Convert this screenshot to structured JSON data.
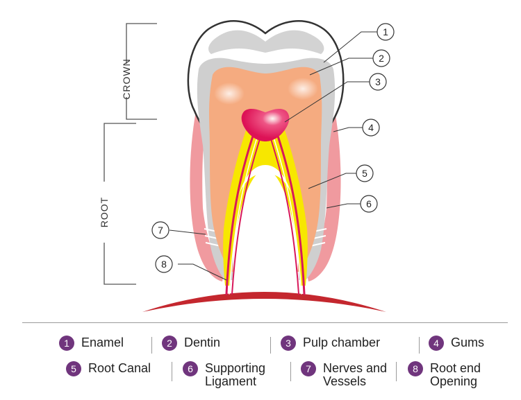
{
  "side_labels": {
    "crown": "CROWN",
    "root": "ROOT"
  },
  "callouts": [
    "1",
    "2",
    "3",
    "4",
    "5",
    "6",
    "7",
    "8"
  ],
  "legend": [
    {
      "number": "1",
      "label_lines": [
        "Enamel"
      ]
    },
    {
      "number": "2",
      "label_lines": [
        "Dentin"
      ]
    },
    {
      "number": "3",
      "label_lines": [
        "Pulp chamber"
      ]
    },
    {
      "number": "4",
      "label_lines": [
        "Gums"
      ]
    },
    {
      "number": "5",
      "label_lines": [
        "Root Canal"
      ]
    },
    {
      "number": "6",
      "label_lines": [
        "Supporting",
        "Ligament"
      ]
    },
    {
      "number": "7",
      "label_lines": [
        "Nerves and",
        "Vessels"
      ]
    },
    {
      "number": "8",
      "label_lines": [
        "Root end",
        "Opening"
      ]
    }
  ],
  "colors": {
    "badge": "#70357d",
    "gum": "#f09a9f",
    "dentin": "#f5ab80",
    "pulp": "#e3175a",
    "canal": "#f7e700",
    "bone": "#c4272e",
    "enamel_shade": "#cfcfcf"
  }
}
